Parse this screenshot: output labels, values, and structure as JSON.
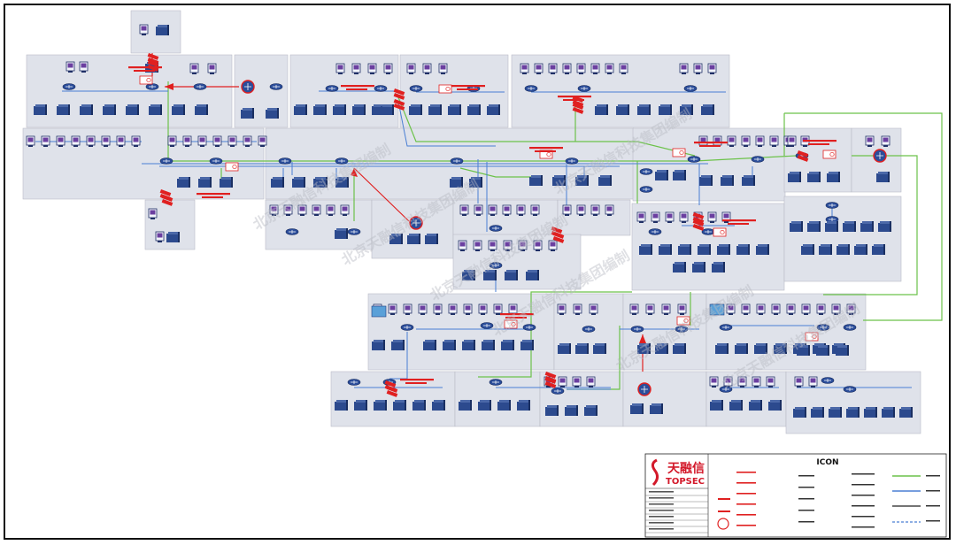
{
  "diagram": {
    "watermark": "北京天融信科技集团编制",
    "legend_title": "ICON",
    "brand_cn": "天融信",
    "brand_en": "TOPSEC",
    "brand_color": "#d3192a",
    "colors": {
      "zone": "#dfe2ea",
      "optical": "#6cc24a",
      "ethernet": "#4a7fd4",
      "fw_line": "#e02020",
      "device": "#2c4a8e"
    }
  }
}
